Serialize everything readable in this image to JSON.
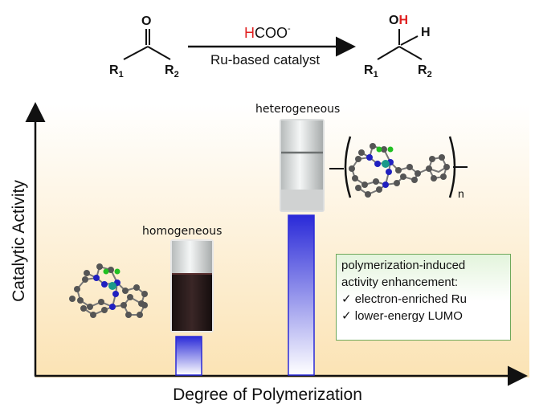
{
  "reaction": {
    "reactant": {
      "o": "O",
      "r1": "R",
      "r1_sub": "1",
      "r2": "R",
      "r2_sub": "2"
    },
    "reagent": {
      "h": "H",
      "rest": "COO",
      "sup": "-"
    },
    "catalyst": "Ru-based catalyst",
    "product": {
      "o": "O",
      "oh_h": "H",
      "h": "H",
      "r1": "R",
      "r1_sub": "1",
      "r2": "R",
      "r2_sub": "2"
    }
  },
  "plot": {
    "ylabel": "Catalytic Activity",
    "xlabel": "Degree of Polymerization"
  },
  "labels": {
    "homogeneous": "homogeneous",
    "heterogeneous": "heterogeneous",
    "polymer_n": "n"
  },
  "enhancement": {
    "title_line1": "polymerization-induced",
    "title_line2": "activity enhancement:",
    "item1": "✓ electron-enriched Ru",
    "item2": "✓ lower-energy LUMO"
  },
  "colors": {
    "accent_red": "#e02020",
    "bar_blue": "#2a2ad8",
    "ru": "#1a9a8a",
    "n_atom": "#2020c0",
    "cl": "#22c022"
  }
}
